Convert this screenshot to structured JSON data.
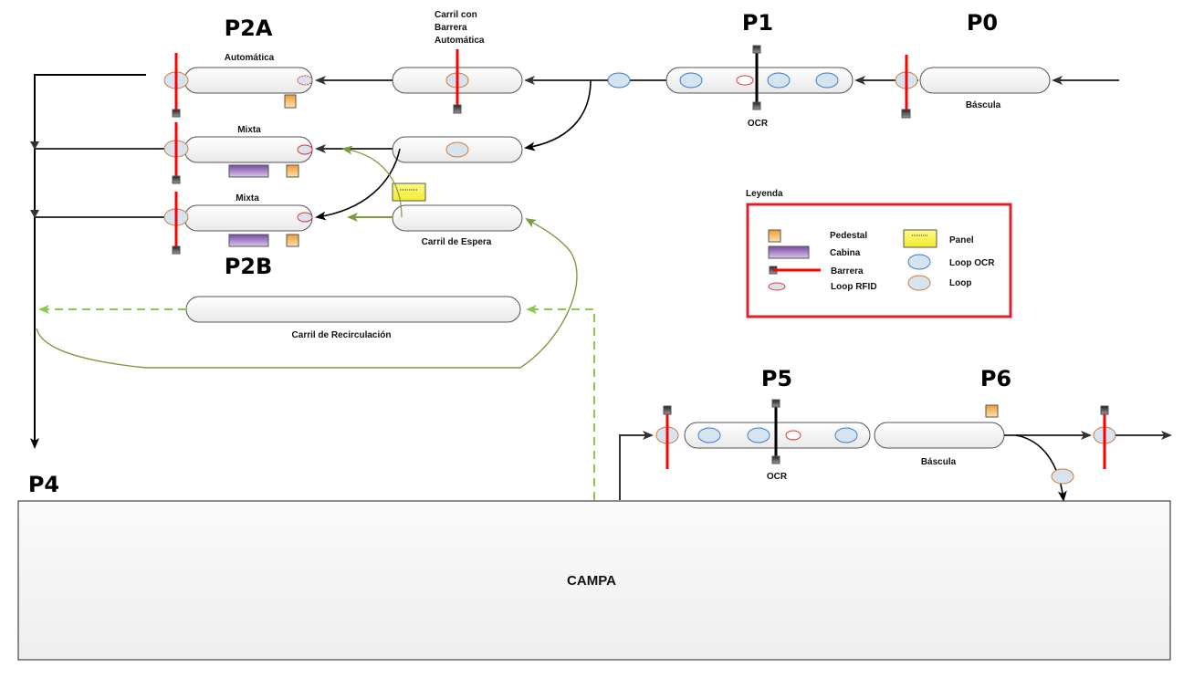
{
  "stations": {
    "p0": "P0",
    "p1": "P1",
    "p2a": "P2A",
    "p2b": "P2B",
    "p4": "P4",
    "p5": "P5",
    "p6": "P6"
  },
  "lanes": {
    "automatica": "Automática",
    "mixta_1": "Mixta",
    "mixta_2": "Mixta",
    "carril_barrera_auto": [
      "Carril con",
      "Barrera",
      "Automática"
    ],
    "carril_espera": "Carril de Espera",
    "carril_recirculacion": "Carril de Recirculación",
    "bascula_p0": "Báscula",
    "bascula_p6": "Báscula",
    "ocr_p1": "OCR",
    "ocr_p5": "OCR"
  },
  "area": {
    "campa": "CAMPA"
  },
  "legend": {
    "title": "Leyenda",
    "items": {
      "pedestal": "Pedestal",
      "cabina": "Cabina",
      "barrera": "Barrera",
      "loop_rfid": "Loop RFID",
      "panel": "Panel",
      "loop_ocr": "Loop OCR",
      "loop": "Loop"
    }
  },
  "colors": {
    "barrier": "#ff0000",
    "legend_border": "#e0202a",
    "loop_fill": "#d6e4f0",
    "loop_border": "#d07a3a",
    "loop_ocr_border": "#3a7bd5",
    "loop_rfid_border": "#e53935",
    "pedestal": "#f5a030",
    "cabina": "#8e5bb5",
    "panel": "#f6f03a",
    "flow_arrow": "#333333",
    "wait_flow": "#7e9a3e",
    "recirc_flow": "#8cc84b"
  }
}
